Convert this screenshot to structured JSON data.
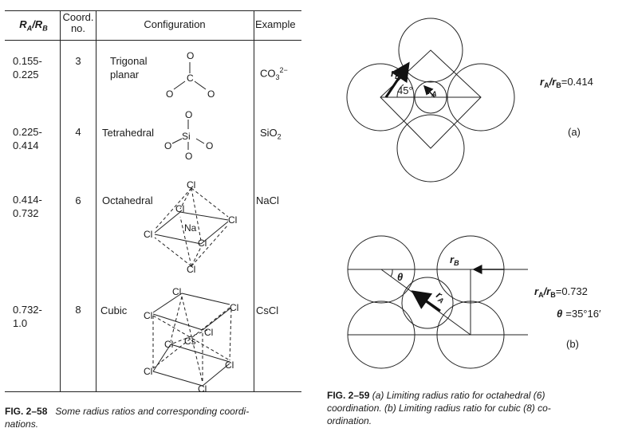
{
  "table": {
    "headers": {
      "ratio_main": "R",
      "ratio_a": "A",
      "ratio_slash": "/R",
      "ratio_b": "B",
      "coord_line1": "Coord.",
      "coord_line2": "no.",
      "configuration": "Configuration",
      "example": "Example"
    },
    "rows": [
      {
        "ratio1": "0.155-",
        "ratio2": "0.225",
        "coord": "3",
        "config1": "Trigonal",
        "config2": "planar",
        "example": "CO",
        "example_sub": "3",
        "example_sup": "2−"
      },
      {
        "ratio1": "0.225-",
        "ratio2": "0.414",
        "coord": "4",
        "config1": "Tetrahedral",
        "config2": "",
        "example": "SiO",
        "example_sub": "2",
        "example_sup": ""
      },
      {
        "ratio1": "0.414-",
        "ratio2": "0.732",
        "coord": "6",
        "config1": "Octahedral",
        "config2": "",
        "example": "NaCl",
        "example_sub": "",
        "example_sup": ""
      },
      {
        "ratio1": "0.732-",
        "ratio2": "1.0",
        "coord": "8",
        "config1": "Cubic",
        "config2": "",
        "example": "CsCl",
        "example_sub": "",
        "example_sup": ""
      }
    ],
    "structures": {
      "trigonal": {
        "center": "C",
        "ligand": "O"
      },
      "tetrahedral": {
        "center": "Si",
        "ligand": "O"
      },
      "octahedral": {
        "center": "Na",
        "ligand": "Cl"
      },
      "cubic": {
        "center": "Cs",
        "ligand": "Cl"
      }
    }
  },
  "fig258": {
    "number": "FIG. 2–58",
    "caption_line1": "Some radius ratios and corresponding coordi-",
    "caption_line2": "nations."
  },
  "fig259": {
    "a": {
      "rb_label": "r",
      "rb_sub": "B",
      "ra_label": "r",
      "ra_sub": "A",
      "angle_label": "45°",
      "ratio_text": "r",
      "ratio_a": "A",
      "ratio_mid": "/r",
      "ratio_b": "B",
      "ratio_value": "=0.414",
      "panel_label": "(a)"
    },
    "b": {
      "rb_label": "r",
      "rb_sub": "B",
      "ra_label": "r",
      "ra_sub": "A",
      "theta_label": "θ",
      "ratio_text": "r",
      "ratio_a": "A",
      "ratio_mid": "/r",
      "ratio_b": "B",
      "ratio_value": "=0.732",
      "theta_text": "θ",
      "theta_value": "=35°16′",
      "panel_label": "(b)"
    },
    "number": "FIG. 2–59",
    "caption_line1": "(a)  Limiting radius ratio for octahedral (6)",
    "caption_line2": "coordination. (b)  Limiting radius ratio for cubic (8) co-",
    "caption_line3": "ordination."
  }
}
